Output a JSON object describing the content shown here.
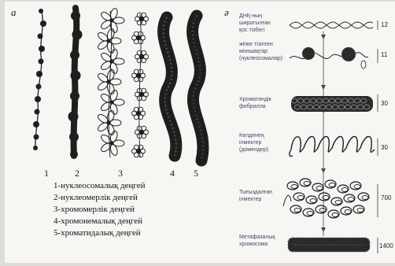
{
  "panel_a": {
    "label": "a",
    "strand_numbers": [
      "1",
      "2",
      "3",
      "4",
      "5"
    ],
    "legend": [
      "1-нуклеосомалық деңгей",
      "2-нуклеомерлік деңгей",
      "3-хромомерлік деңгей",
      "4-хромонемалық деңгей",
      "5-хроматидалық деңгей"
    ]
  },
  "panel_b": {
    "label": "ә",
    "stages": [
      {
        "lines": [
          "ДНҚ-ның",
          "ширатылған",
          "қос тізбегі"
        ],
        "scale": "12"
      },
      {
        "lines": [
          "жіпке тізілген",
          "моншақтар",
          "(нуклеосомалар)"
        ],
        "scale": "11"
      },
      {
        "lines": [
          "Хроматиндік",
          "фибрилла"
        ],
        "scale": "30"
      },
      {
        "lines": [
          "Көлденең",
          "ілмектер",
          "(домендер)"
        ],
        "scale": "30"
      },
      {
        "lines": [
          "Тығыздалған",
          "ілмектер"
        ],
        "scale": "700"
      },
      {
        "lines": [
          "Метафазалық",
          "хромосома"
        ],
        "scale": "1400"
      }
    ]
  },
  "colors": {
    "ink": "#1e1e1e",
    "label_ink": "#3e4a6c",
    "paper": "#f7f6f2",
    "background": "#dcdcd8"
  }
}
